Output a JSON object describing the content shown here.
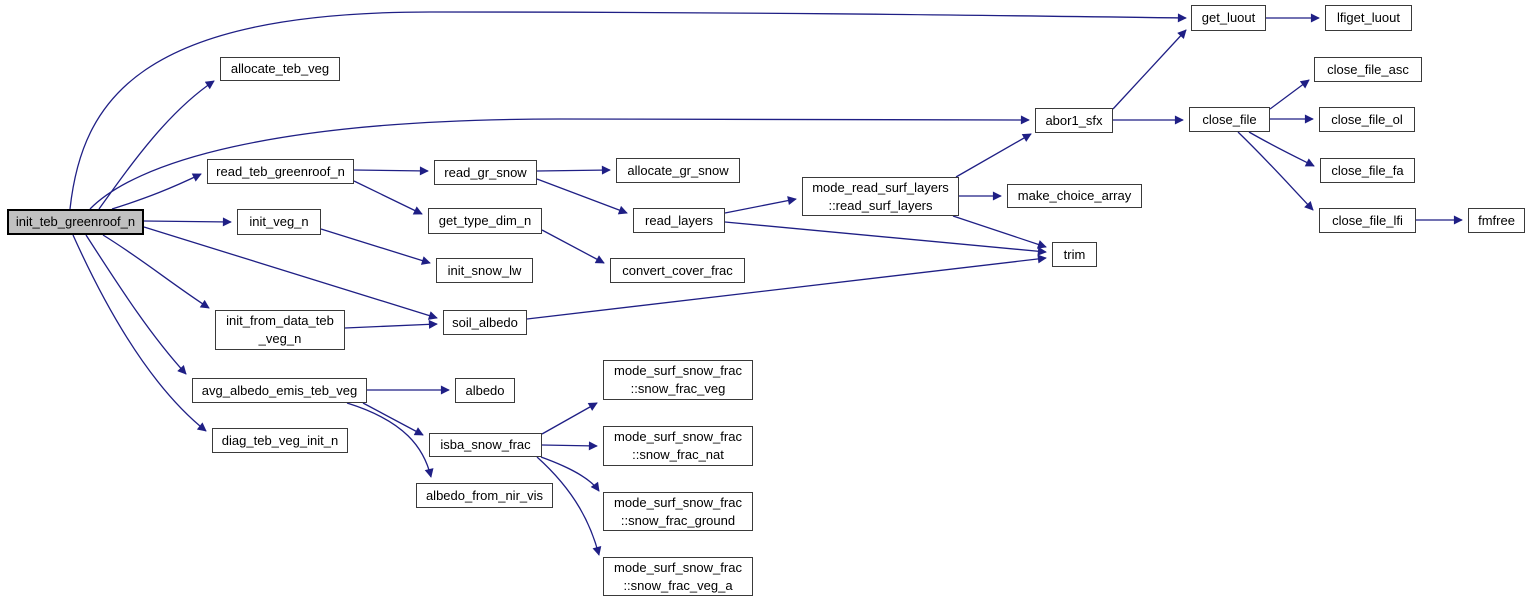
{
  "diagram": {
    "kind": "function-call-graph",
    "root_function": "init_teb_greenroof_n",
    "colors": {
      "edge": "#1f1f85",
      "node_border": "#3a3a3a",
      "node_fill": "#ffffff",
      "root_fill": "#c0c0c0",
      "text": "#000000",
      "background": "#ffffff"
    },
    "nodes": [
      {
        "id": "init_teb_greenroof_n",
        "label": "init_teb_greenroof_n"
      },
      {
        "id": "allocate_teb_veg",
        "label": "allocate_teb_veg"
      },
      {
        "id": "read_teb_greenroof_n",
        "label": "read_teb_greenroof_n"
      },
      {
        "id": "init_veg_n",
        "label": "init_veg_n"
      },
      {
        "id": "init_from_data_teb_veg_n",
        "label": "init_from_data_teb\n_veg_n"
      },
      {
        "id": "avg_albedo_emis_teb_veg",
        "label": "avg_albedo_emis_teb_veg"
      },
      {
        "id": "diag_teb_veg_init_n",
        "label": "diag_teb_veg_init_n"
      },
      {
        "id": "read_gr_snow",
        "label": "read_gr_snow"
      },
      {
        "id": "get_type_dim_n",
        "label": "get_type_dim_n"
      },
      {
        "id": "init_snow_lw",
        "label": "init_snow_lw"
      },
      {
        "id": "soil_albedo",
        "label": "soil_albedo"
      },
      {
        "id": "albedo",
        "label": "albedo"
      },
      {
        "id": "isba_snow_frac",
        "label": "isba_snow_frac"
      },
      {
        "id": "albedo_from_nir_vis",
        "label": "albedo_from_nir_vis"
      },
      {
        "id": "allocate_gr_snow",
        "label": "allocate_gr_snow"
      },
      {
        "id": "read_layers",
        "label": "read_layers"
      },
      {
        "id": "convert_cover_frac",
        "label": "convert_cover_frac"
      },
      {
        "id": "snow_frac_veg",
        "label": "mode_surf_snow_frac\n::snow_frac_veg"
      },
      {
        "id": "snow_frac_nat",
        "label": "mode_surf_snow_frac\n::snow_frac_nat"
      },
      {
        "id": "snow_frac_ground",
        "label": "mode_surf_snow_frac\n::snow_frac_ground"
      },
      {
        "id": "snow_frac_veg_a",
        "label": "mode_surf_snow_frac\n::snow_frac_veg_a"
      },
      {
        "id": "read_surf_layers",
        "label": "mode_read_surf_layers\n::read_surf_layers"
      },
      {
        "id": "make_choice_array",
        "label": "make_choice_array"
      },
      {
        "id": "trim",
        "label": "trim"
      },
      {
        "id": "abor1_sfx",
        "label": "abor1_sfx"
      },
      {
        "id": "get_luout",
        "label": "get_luout"
      },
      {
        "id": "close_file",
        "label": "close_file"
      },
      {
        "id": "lfiget_luout",
        "label": "lfiget_luout"
      },
      {
        "id": "close_file_asc",
        "label": "close_file_asc"
      },
      {
        "id": "close_file_ol",
        "label": "close_file_ol"
      },
      {
        "id": "close_file_fa",
        "label": "close_file_fa"
      },
      {
        "id": "close_file_lfi",
        "label": "close_file_lfi"
      },
      {
        "id": "fmfree",
        "label": "fmfree"
      }
    ],
    "edges": [
      {
        "from": "init_teb_greenroof_n",
        "to": "get_luout"
      },
      {
        "from": "init_teb_greenroof_n",
        "to": "abor1_sfx"
      },
      {
        "from": "init_teb_greenroof_n",
        "to": "allocate_teb_veg"
      },
      {
        "from": "init_teb_greenroof_n",
        "to": "read_teb_greenroof_n"
      },
      {
        "from": "init_teb_greenroof_n",
        "to": "init_veg_n"
      },
      {
        "from": "init_teb_greenroof_n",
        "to": "soil_albedo"
      },
      {
        "from": "init_teb_greenroof_n",
        "to": "init_from_data_teb_veg_n"
      },
      {
        "from": "init_teb_greenroof_n",
        "to": "avg_albedo_emis_teb_veg"
      },
      {
        "from": "init_teb_greenroof_n",
        "to": "diag_teb_veg_init_n"
      },
      {
        "from": "read_teb_greenroof_n",
        "to": "read_gr_snow"
      },
      {
        "from": "read_teb_greenroof_n",
        "to": "get_type_dim_n"
      },
      {
        "from": "init_veg_n",
        "to": "init_snow_lw"
      },
      {
        "from": "init_from_data_teb_veg_n",
        "to": "soil_albedo"
      },
      {
        "from": "avg_albedo_emis_teb_veg",
        "to": "albedo"
      },
      {
        "from": "avg_albedo_emis_teb_veg",
        "to": "isba_snow_frac"
      },
      {
        "from": "avg_albedo_emis_teb_veg",
        "to": "albedo_from_nir_vis"
      },
      {
        "from": "read_gr_snow",
        "to": "allocate_gr_snow"
      },
      {
        "from": "read_gr_snow",
        "to": "read_layers"
      },
      {
        "from": "get_type_dim_n",
        "to": "convert_cover_frac"
      },
      {
        "from": "read_layers",
        "to": "read_surf_layers"
      },
      {
        "from": "read_layers",
        "to": "trim"
      },
      {
        "from": "soil_albedo",
        "to": "trim"
      },
      {
        "from": "read_surf_layers",
        "to": "abor1_sfx"
      },
      {
        "from": "read_surf_layers",
        "to": "make_choice_array"
      },
      {
        "from": "read_surf_layers",
        "to": "trim"
      },
      {
        "from": "isba_snow_frac",
        "to": "snow_frac_veg"
      },
      {
        "from": "isba_snow_frac",
        "to": "snow_frac_nat"
      },
      {
        "from": "isba_snow_frac",
        "to": "snow_frac_ground"
      },
      {
        "from": "isba_snow_frac",
        "to": "snow_frac_veg_a"
      },
      {
        "from": "abor1_sfx",
        "to": "get_luout"
      },
      {
        "from": "abor1_sfx",
        "to": "close_file"
      },
      {
        "from": "get_luout",
        "to": "lfiget_luout"
      },
      {
        "from": "close_file",
        "to": "close_file_asc"
      },
      {
        "from": "close_file",
        "to": "close_file_ol"
      },
      {
        "from": "close_file",
        "to": "close_file_fa"
      },
      {
        "from": "close_file",
        "to": "close_file_lfi"
      },
      {
        "from": "close_file_lfi",
        "to": "fmfree"
      }
    ]
  }
}
